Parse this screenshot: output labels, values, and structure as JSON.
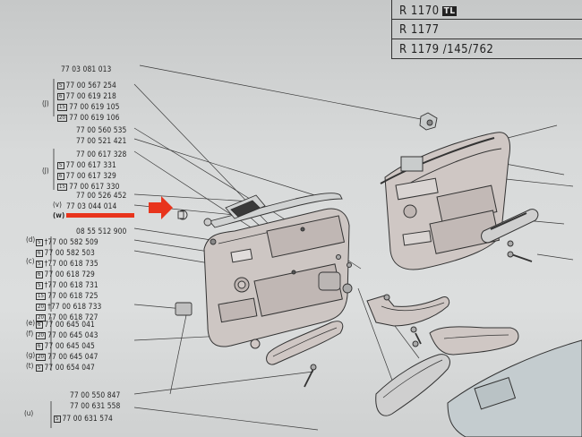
{
  "header": {
    "row1": "R 1170",
    "row1_badge": "TL",
    "row2": "R 1177",
    "row3": "R 1179 /145/762"
  },
  "part_numbers": [
    {
      "num": "77 03 081 013"
    },
    {
      "badge": "S",
      "num": "77 00 567 254"
    },
    {
      "badge": "6",
      "num": "77 00 619 218"
    },
    {
      "badge": "15",
      "num": "77 00 619 105"
    },
    {
      "badge": "20",
      "num": "77 00 619 106"
    },
    {
      "num": "77 00 560 535"
    },
    {
      "num": "77 00 521 421"
    },
    {
      "num": "77 00 617 328"
    },
    {
      "badge": "S",
      "num": "77 00 617 331"
    },
    {
      "badge": "6",
      "num": "77 00 617 329"
    },
    {
      "badge": "15",
      "num": "77 00 617 330"
    },
    {
      "num": "77 00 526 452"
    },
    {
      "num": "77 03 044 014"
    },
    {
      "num": "08 55 512 900"
    },
    {
      "badge": "S",
      "dagger": "†",
      "num": "77 00 582 509"
    },
    {
      "badge": "6",
      "num": "77 00 582 503"
    },
    {
      "badge": "S",
      "dagger": "†",
      "num": "77 00 618 735"
    },
    {
      "badge": "6",
      "num": "77 00 618 729"
    },
    {
      "badge": "S",
      "dagger": "†",
      "num": "77 00 618 731"
    },
    {
      "badge": "15",
      "num": "77 00 618 725"
    },
    {
      "badge": "20",
      "dagger": "†",
      "num": "77 00 618 733"
    },
    {
      "badge": "20",
      "num": "77 00 618 727"
    },
    {
      "badge": "6",
      "num": "77 00 645 041"
    },
    {
      "badge": "20",
      "num": "77 00 645 043"
    },
    {
      "badge": "6",
      "num": "77 00 645 045"
    },
    {
      "badge": "20",
      "num": "77 00 645 047"
    },
    {
      "badge": "S",
      "num": "77 00 654 047"
    },
    {
      "num": "77 00 550 847"
    },
    {
      "num": "77 00 631 558"
    },
    {
      "badge": "S",
      "num": "77 00 631 574"
    }
  ],
  "tags": {
    "j1": "(J)",
    "j2": "(J)",
    "v": "(v)",
    "w": "(w)",
    "d": "(d)",
    "c": "(c)",
    "e": "(e)",
    "f": "(f)",
    "g": "(g)",
    "t": "(t)",
    "u": "(u)"
  },
  "colors": {
    "paper": "#d6d8d8",
    "ink": "#2a2a2a",
    "panel_fill": "#cfc7c4",
    "arrow": "#e8341c",
    "underline": "#e8341c"
  }
}
